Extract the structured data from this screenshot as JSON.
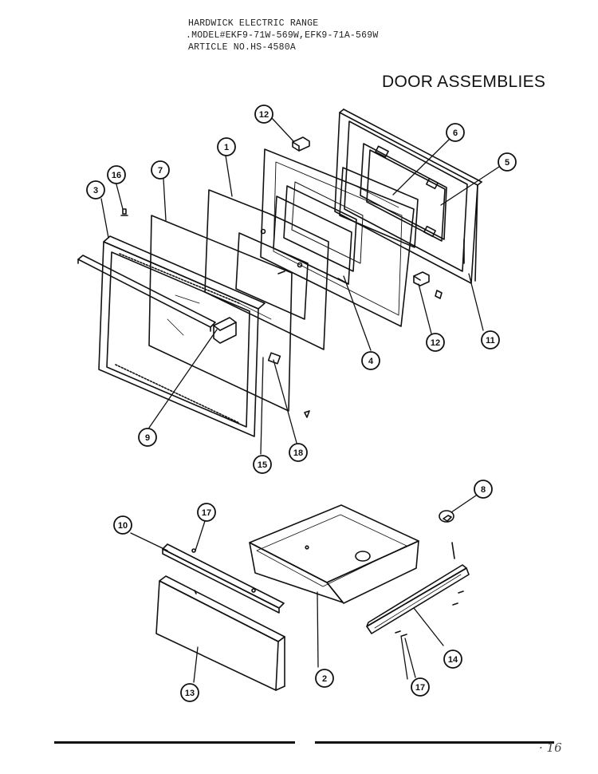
{
  "header": {
    "line1": "HARDWICK ELECTRIC RANGE",
    "line2": ".MODEL#EKF9-71W-569W,EFK9-71A-569W",
    "line3": "ARTICLE NO.HS-4580A"
  },
  "title": "DOOR ASSEMBLIES",
  "callouts": {
    "c1": "1",
    "c2": "2",
    "c3": "3",
    "c4": "4",
    "c5": "5",
    "c6": "6",
    "c7": "7",
    "c8": "8",
    "c9": "9",
    "c10": "10",
    "c11": "11",
    "c12a": "12",
    "c12b": "12",
    "c13": "13",
    "c14": "14",
    "c15": "15",
    "c16": "16",
    "c17a": "17",
    "c17b": "17",
    "c18": "18"
  },
  "page_mark": "· 16"
}
